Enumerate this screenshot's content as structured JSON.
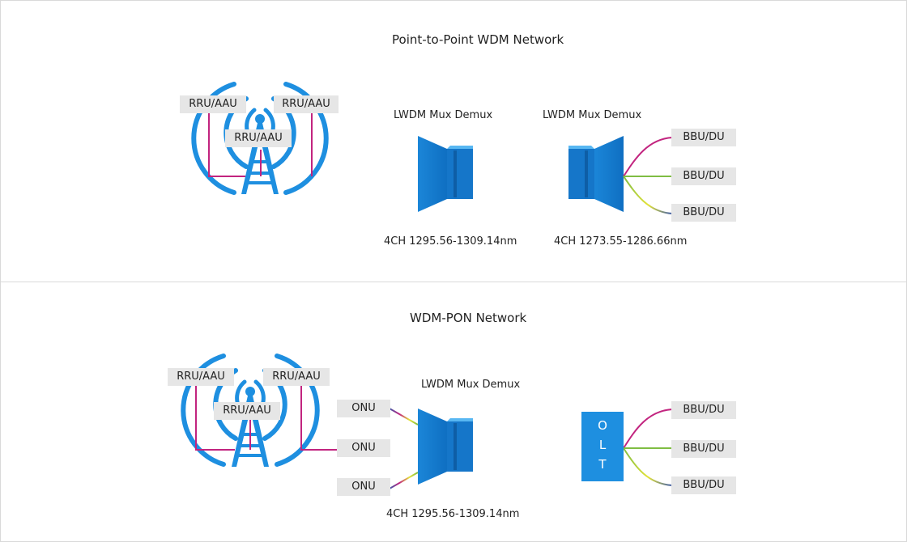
{
  "top": {
    "title": "Point-to-Point WDM Network",
    "rru": [
      "RRU/AAU",
      "RRU/AAU",
      "RRU/AAU"
    ],
    "mux1_label": "LWDM Mux Demux",
    "mux2_label": "LWDM Mux Demux",
    "bbu": [
      "BBU/DU",
      "BBU/DU",
      "BBU/DU"
    ],
    "mux1_range": "4CH 1295.56-1309.14nm",
    "mux2_range": "4CH 1273.55-1286.66nm"
  },
  "bottom": {
    "title": "WDM-PON Network",
    "rru": [
      "RRU/AAU",
      "RRU/AAU",
      "RRU/AAU"
    ],
    "onu": [
      "ONU",
      "ONU",
      "ONU"
    ],
    "mux_label": "LWDM Mux Demux",
    "olt": [
      "O",
      "L",
      "T"
    ],
    "bbu": [
      "BBU/DU",
      "BBU/DU",
      "BBU/DU"
    ],
    "mux_range": "4CH 1295.56-1309.14nm"
  },
  "colors": {
    "accent": "#1e8fe0",
    "fiber_magenta": "#c2247f",
    "fiber_yellow": "#e4e338",
    "fiber_green": "#7fbd43",
    "fiber_blue": "#3d5aa8",
    "label_bg": "#e6e6e6"
  },
  "icons": [
    "cell-tower-icon",
    "wdm-mux-icon",
    "olt-box"
  ]
}
